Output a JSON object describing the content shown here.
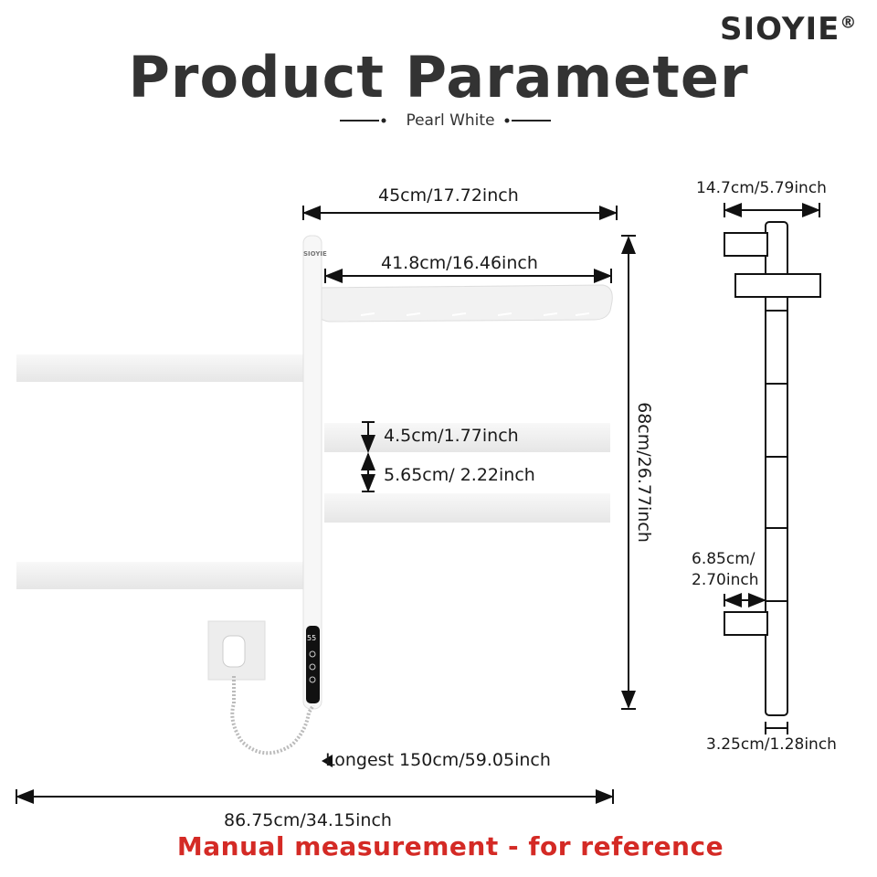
{
  "brand": {
    "logo": "SIOYIE",
    "registered": "®",
    "pole_logo": "SIOYIE"
  },
  "title": "Product Parameter",
  "subtitle": "Pearl White",
  "dimensions": {
    "overall_width": "45cm/17.72inch",
    "bar_length": "41.8cm/16.46inch",
    "bar_height": "4.5cm/1.77inch",
    "bar_gap": "5.65cm/ 2.22inch",
    "height": "68cm/26.77inch",
    "cable": "Longest 150cm/59.05inch",
    "span": "86.75cm/34.15inch",
    "depth": "14.7cm/5.79inch",
    "offset_line1": "6.85cm/",
    "offset_line2": "2.70inch",
    "pole_width": "3.25cm/1.28inch"
  },
  "control_display": "55",
  "note": "Manual measurement - for reference",
  "colors": {
    "note": "#d42a25",
    "title": "#333333"
  }
}
